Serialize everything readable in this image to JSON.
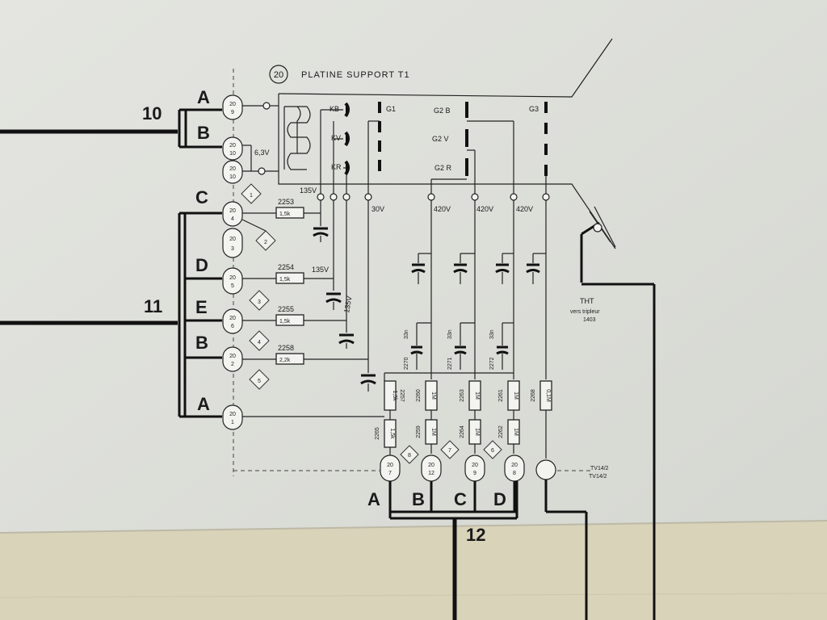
{
  "header": {
    "circle_ref": "20",
    "title": "PLATINE SUPPORT T1"
  },
  "bus_numbers": {
    "bus10": "10",
    "bus11": "11",
    "bus12": "12"
  },
  "left_letters": [
    "A",
    "B",
    "C",
    "D",
    "E",
    "B",
    "A"
  ],
  "bottom_letters": [
    "A",
    "B",
    "C",
    "D"
  ],
  "left_connectors": [
    {
      "top": "20",
      "pin": "9"
    },
    {
      "top": "20",
      "pin": "10"
    },
    {
      "top": "20",
      "pin": "10"
    },
    {
      "top": "20",
      "pin": "4"
    },
    {
      "top": "20",
      "pin": "3"
    },
    {
      "top": "20",
      "pin": "5"
    },
    {
      "top": "20",
      "pin": "6"
    },
    {
      "top": "20",
      "pin": "2"
    },
    {
      "top": "20",
      "pin": "1"
    }
  ],
  "bottom_connectors": [
    {
      "top": "20",
      "pin": "7"
    },
    {
      "top": "20",
      "pin": "12"
    },
    {
      "top": "20",
      "pin": "9"
    },
    {
      "top": "20",
      "pin": "8"
    }
  ],
  "resistors_left": [
    {
      "ref": "2253",
      "value": "1,5k"
    },
    {
      "ref": "2254",
      "value": "1,5k"
    },
    {
      "ref": "2255",
      "value": "1,5k"
    },
    {
      "ref": "2258",
      "value": "2,2k"
    }
  ],
  "diamonds_left": [
    "1",
    "2",
    "3",
    "4",
    "5"
  ],
  "diamonds_bottom": [
    "8",
    "7",
    "6"
  ],
  "voltage_labels": {
    "v63": "6,3V",
    "v135a": "135V",
    "v135b": "135V",
    "v135c": "135V",
    "v30": "30V",
    "v420a": "420V",
    "v420b": "420V",
    "v420c": "420V"
  },
  "tube_labels": {
    "kb": "KB",
    "kv": "KV",
    "kr": "KR",
    "g1": "G1",
    "g2b": "G2 B",
    "g2v": "G2 V",
    "g2r": "G2 R",
    "g3": "G3"
  },
  "caps_33n": [
    "33n",
    "33n",
    "33n"
  ],
  "res_2270": "2270",
  "res_2271": "2271",
  "res_2272": "2272",
  "res_chain": [
    {
      "ref": "2257",
      "value": "1,5k"
    },
    {
      "ref": "2260",
      "value": "1M"
    },
    {
      "ref": "2263",
      "value": "1M"
    },
    {
      "ref": "2261",
      "value": "1M"
    },
    {
      "ref": "2268",
      "value": "0,1M"
    }
  ],
  "res_lower": [
    {
      "ref": "2265",
      "value": "1,5k"
    },
    {
      "ref": "2259",
      "value": "1M"
    },
    {
      "ref": "2264",
      "value": "1M"
    },
    {
      "ref": "2262",
      "value": "1M"
    }
  ],
  "tht_note": {
    "line1": "THT",
    "line2": "vers tripleur",
    "line3": "1403"
  },
  "tv_note": {
    "line1": "TV14/2",
    "line2": "TV14/2"
  }
}
